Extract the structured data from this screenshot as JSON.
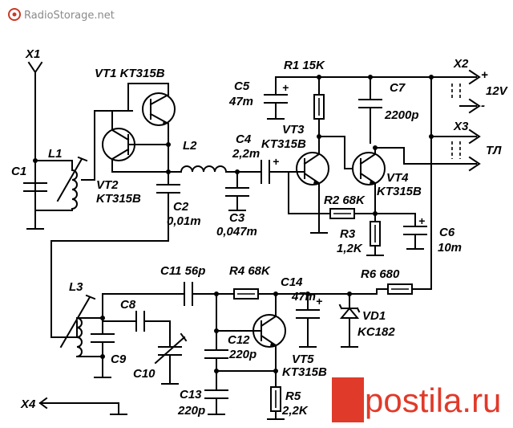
{
  "watermark": {
    "site": "RadioStorage.net"
  },
  "stamp": {
    "text": "postila.ru",
    "color": "#e03a2a"
  },
  "labels": {
    "x1": "X1",
    "x2": "X2",
    "x3": "X3",
    "x4": "X4",
    "vt1": "VT1 KT315B",
    "vt2": "VT2",
    "vt2_type": "KT315B",
    "vt3": "VT3",
    "vt3_type": "KT315B",
    "vt4": "VT4",
    "vt4_type": "KT315B",
    "vt5": "VT5",
    "vt5_type": "KT315B",
    "l1": "L1",
    "l2": "L2",
    "l3": "L3",
    "c1": "C1",
    "c2": "C2",
    "c2_val": "0,01m",
    "c3": "C3",
    "c3_val": "0,047m",
    "c4": "C4",
    "c4_val": "2,2m",
    "c5": "C5",
    "c5_val": "47m",
    "c6": "C6",
    "c6_val": "10m",
    "c7": "C7",
    "c7_val": "2200p",
    "c8": "C8",
    "c9": "C9",
    "c10": "C10",
    "c11": "C11 56p",
    "c12": "C12",
    "c12_val": "220p",
    "c13": "C13",
    "c13_val": "220p",
    "c14": "C14",
    "c14_val": "47m",
    "r1": "R1 15K",
    "r2": "R2 68K",
    "r3": "R3",
    "r3_val": "1,2K",
    "r4": "R4 68K",
    "r5": "R5",
    "r5_val": "2,2K",
    "r6": "R6 680",
    "vd1": "VD1",
    "vd1_type": "KC182",
    "v12": "12V",
    "tl": "ТЛ",
    "plus": "+",
    "minus": "-"
  }
}
